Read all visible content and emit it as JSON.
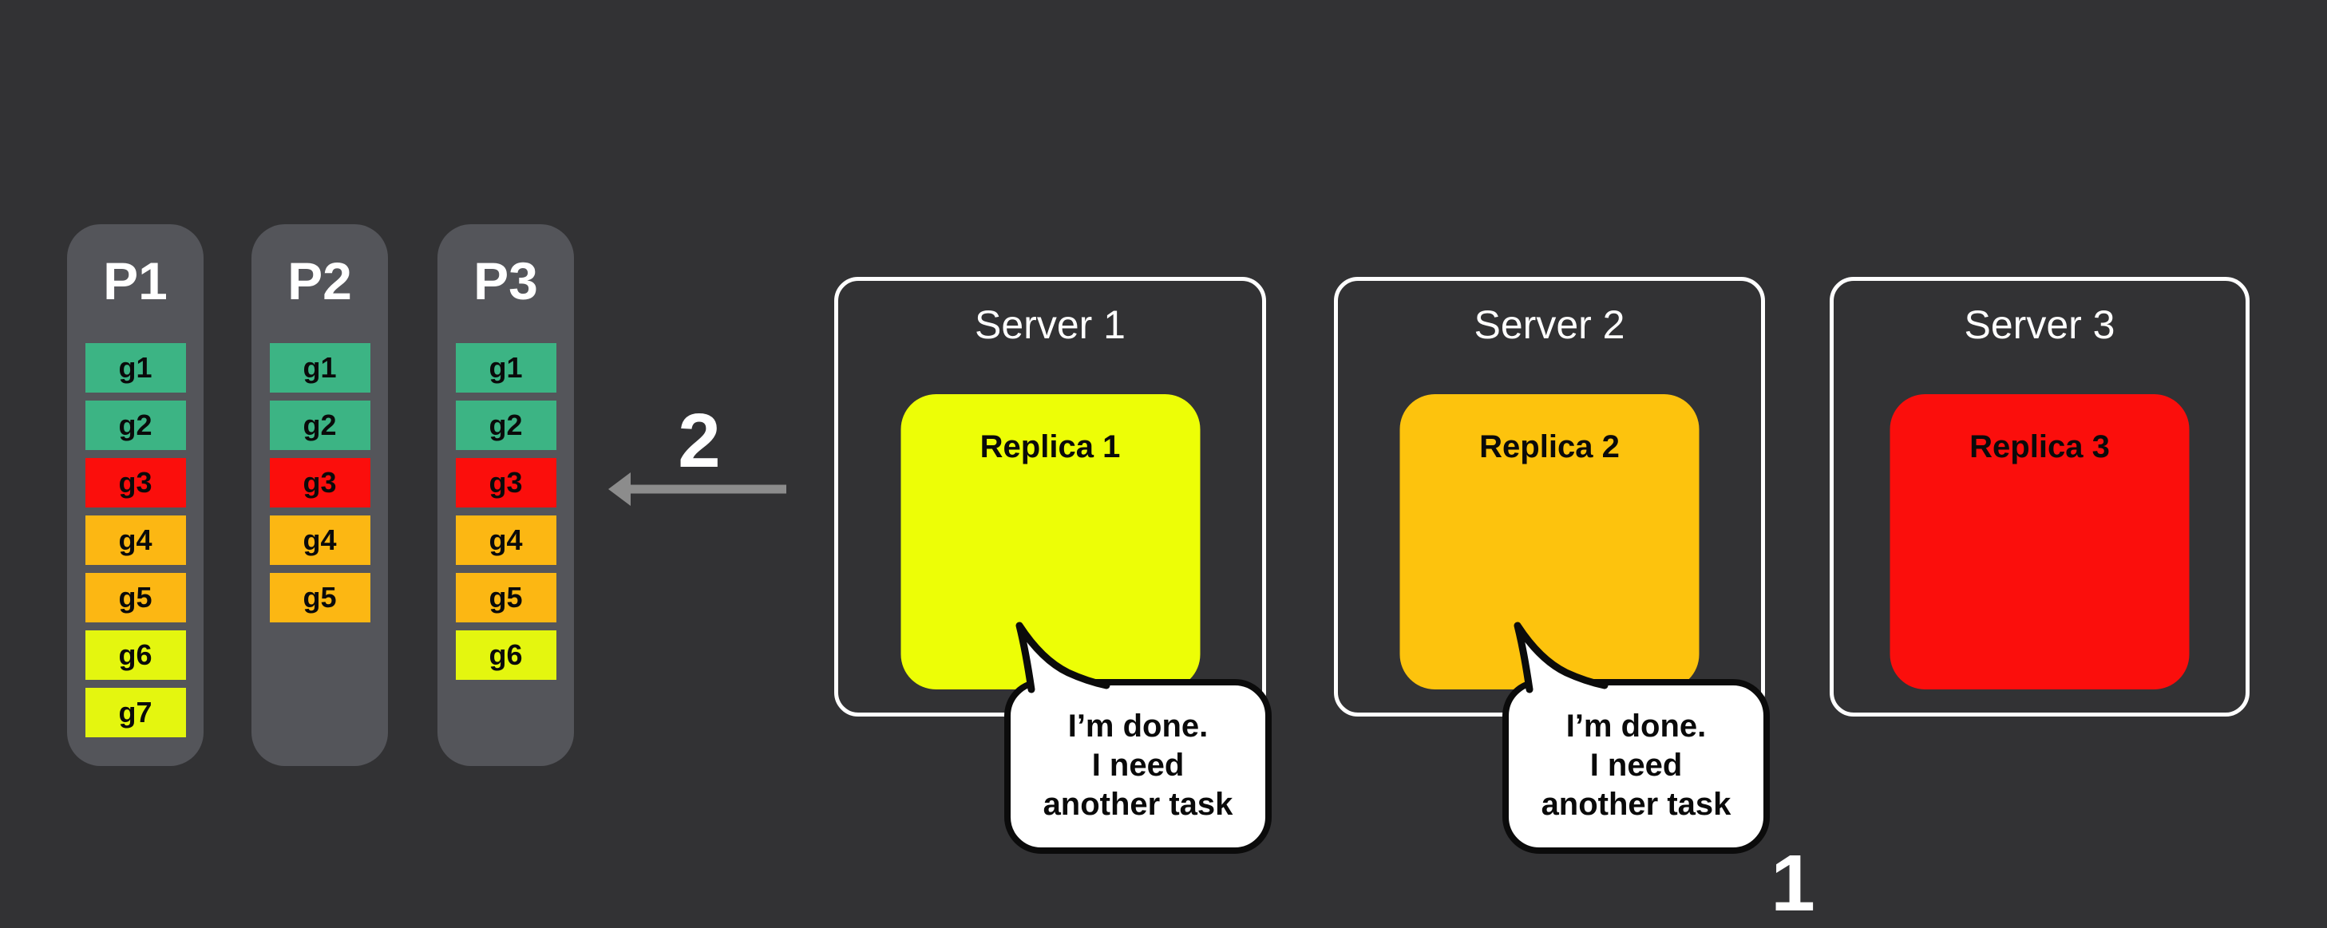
{
  "background": "#323234",
  "palette": {
    "column_bg": "#54555A",
    "teal": "#3CB484",
    "red": "#FB0E0C",
    "amber": "#FCB713",
    "lime": "#E4F60F",
    "replica1_yellow": "#EDFE06",
    "replica2_orange": "#FDC30D",
    "replica3_red": "#FB0E0C",
    "arrow_gray": "#8C8C8C",
    "bubble_border": "#0B0B0B",
    "text_dark": "#0A0A0A",
    "text_light": "#FFFFFF"
  },
  "partitions": [
    {
      "label": "P1",
      "tasks": [
        {
          "id": "g1",
          "color": "teal"
        },
        {
          "id": "g2",
          "color": "teal"
        },
        {
          "id": "g3",
          "color": "red"
        },
        {
          "id": "g4",
          "color": "amber"
        },
        {
          "id": "g5",
          "color": "amber"
        },
        {
          "id": "g6",
          "color": "lime"
        },
        {
          "id": "g7",
          "color": "lime"
        }
      ]
    },
    {
      "label": "P2",
      "tasks": [
        {
          "id": "g1",
          "color": "teal"
        },
        {
          "id": "g2",
          "color": "teal"
        },
        {
          "id": "g3",
          "color": "red"
        },
        {
          "id": "g4",
          "color": "amber"
        },
        {
          "id": "g5",
          "color": "amber"
        }
      ]
    },
    {
      "label": "P3",
      "tasks": [
        {
          "id": "g1",
          "color": "teal"
        },
        {
          "id": "g2",
          "color": "teal"
        },
        {
          "id": "g3",
          "color": "red"
        },
        {
          "id": "g4",
          "color": "amber"
        },
        {
          "id": "g5",
          "color": "amber"
        },
        {
          "id": "g6",
          "color": "lime"
        }
      ]
    }
  ],
  "servers": [
    {
      "label": "Server 1",
      "replica": {
        "label": "Replica 1",
        "color_key": "replica1_yellow"
      },
      "speech_bubble": {
        "lines": [
          "I’m done.",
          "I need",
          "another task"
        ]
      }
    },
    {
      "label": "Server 2",
      "replica": {
        "label": "Replica 2",
        "color_key": "replica2_orange"
      },
      "speech_bubble": {
        "lines": [
          "I’m done.",
          "I need",
          "another task"
        ]
      }
    },
    {
      "label": "Server 3",
      "replica": {
        "label": "Replica 3",
        "color_key": "replica3_red"
      },
      "speech_bubble": null
    }
  ],
  "annotations": {
    "step2_label": "2",
    "step1_label": "1"
  }
}
